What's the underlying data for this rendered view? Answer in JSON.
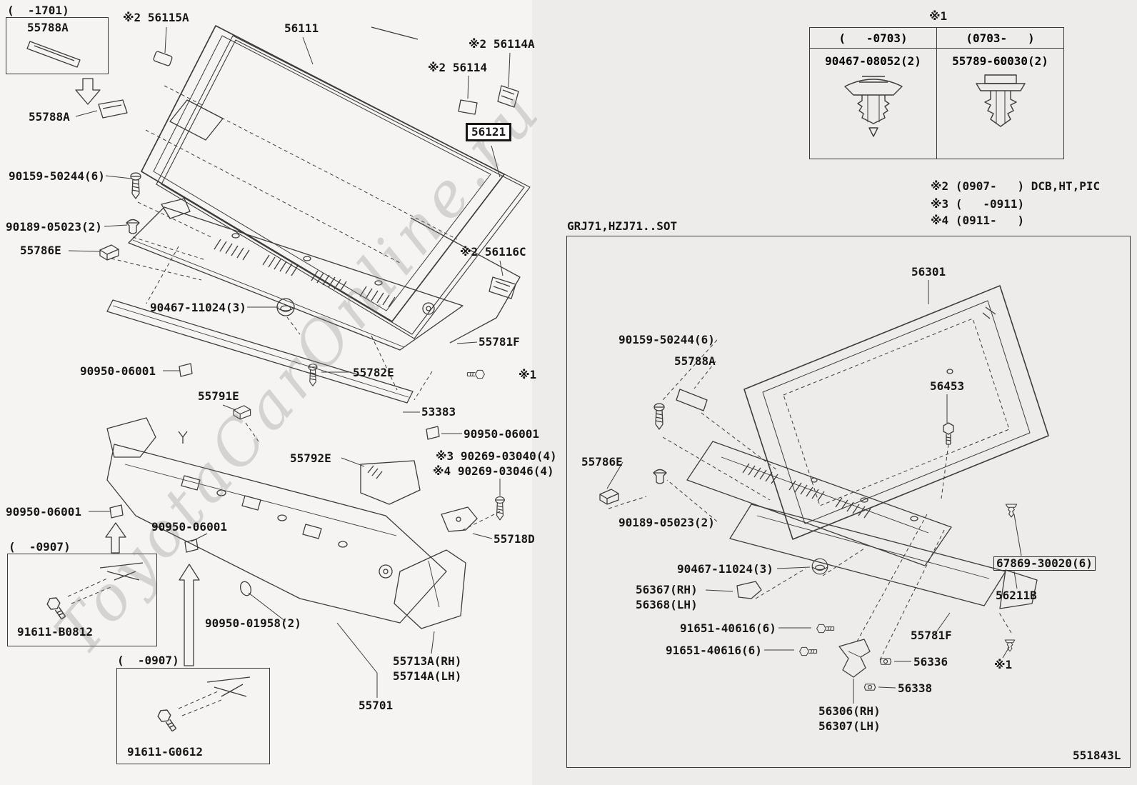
{
  "page": {
    "watermark": "ToyotaCarOnline.ru",
    "diagram_code": "551843L"
  },
  "footnotes": {
    "table_ref": "※1",
    "notes": [
      "※2 (0907-   ) DCB,HT,PIC",
      "※3 (   -0911)",
      "※4 (0911-   )"
    ]
  },
  "variant_table": {
    "left_column": {
      "period": "(   -0703)",
      "part_number": "90467-08052(2)"
    },
    "right_column": {
      "period": "(0703-   )",
      "part_number": "55789-60030(2)"
    }
  },
  "insets": {
    "strip_box": {
      "caption": "(  -1701)",
      "part_number": "55788A"
    },
    "bolt_box_1": {
      "caption": "(  -0907)",
      "part_number": "91611-B0812"
    },
    "bolt_box_2": {
      "caption": "(  -0907)",
      "part_number": "91611-G0612"
    }
  },
  "main_diagram": {
    "highlighted_part": "56121",
    "labels": [
      "※2 56115A",
      "56111",
      "※2 56114A",
      "※2 56114",
      "90159-50244(6)",
      "90189-05023(2)",
      "55786E",
      "55788A",
      "90467-11024(3)",
      "※2 56116C",
      "55781F",
      "※1",
      "55782E",
      "90950-06001",
      "55791E",
      "53383",
      "90950-06001",
      "55792E",
      "※3 90269-03040(4)",
      "※4 90269-03046(4)",
      "90950-06001",
      "90950-06001",
      "55718D",
      "90950-01958(2)",
      "55713A(RH)",
      "55714A(LH)",
      "55701"
    ]
  },
  "sub_diagram": {
    "title": "GRJ71,HZJ71..SOT",
    "labels": [
      "56301",
      "90159-50244(6)",
      "55788A",
      "56453",
      "55786E",
      "90189-05023(2)",
      "90467-11024(3)",
      "56367(RH)",
      "56368(LH)",
      "91651-40616(6)",
      "91651-40616(6)",
      "55781F",
      "56336",
      "56338",
      "56306(RH)",
      "56307(LH)",
      "67869-30020(6)",
      "56211B",
      "※1"
    ]
  }
}
